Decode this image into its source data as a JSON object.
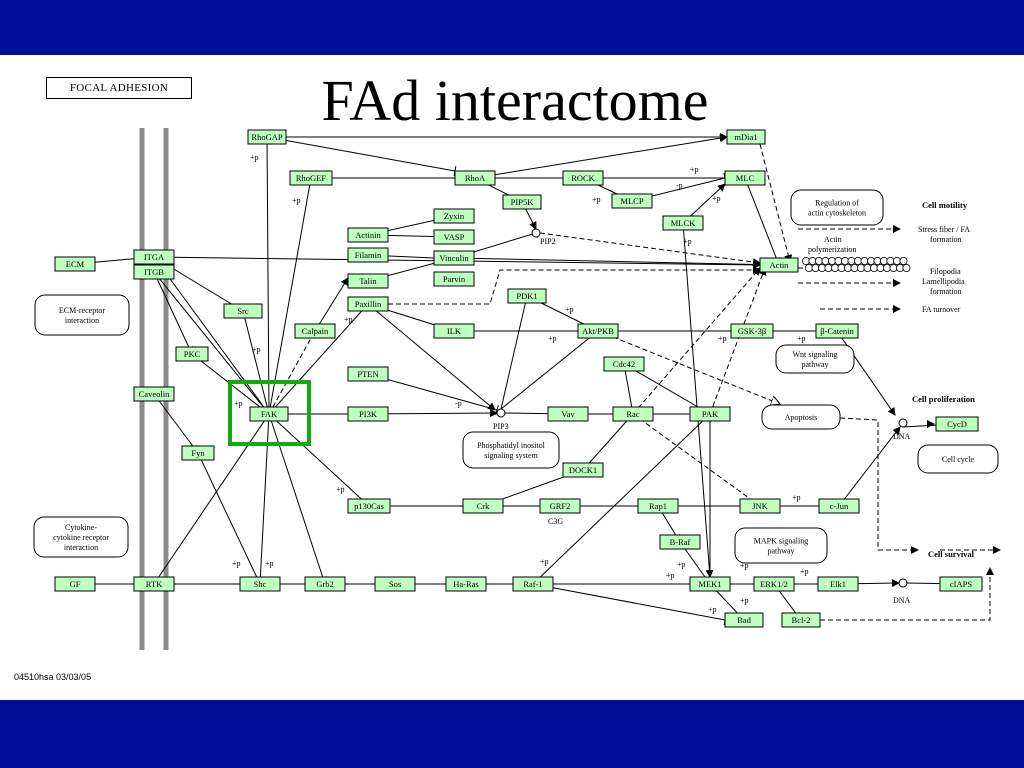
{
  "slide": {
    "title": "FAd interactome",
    "map_label": "FOCAL ADHESION",
    "footer": "04510hsa  03/03/05",
    "colors": {
      "bar": "#000f96",
      "node_fill": "#bfffbf",
      "highlight": "#11aa11"
    }
  },
  "nodes": {
    "rhogap": "RhoGAP",
    "mdia1": "mDia1",
    "rhogef": "RhoGEF",
    "rhoa": "RhoA",
    "rock": "ROCK",
    "mlc": "MLC",
    "pip5k": "PIP5K",
    "mlcp": "MLCP",
    "mlck": "MLCK",
    "zyxin": "Zyxin",
    "actinin": "Actinin",
    "vasp": "VASP",
    "filamin": "Filamin",
    "vinculin": "Vinculin",
    "talin": "Talin",
    "parvin": "Parvin",
    "ecm": "ECM",
    "itga": "ITGA",
    "itgb": "ITGB",
    "src": "Src",
    "paxillin": "Paxillin",
    "pdk1": "PDK1",
    "calpain": "Calpain",
    "ilk": "ILK",
    "akt": "Akt/PKB",
    "gsk3b": "GSK-3β",
    "bcatenin": "β-Catenin",
    "pkc": "PKC",
    "actin": "Actin",
    "cdc42": "Cdc42",
    "pten": "PTEN",
    "caveolin": "Caveolin",
    "fak": "FAK",
    "pi3k": "PI3K",
    "vav": "Vav",
    "rac": "Rac",
    "pak": "PAK",
    "fyn": "Fyn",
    "cycd": "CycD",
    "dock1": "DOCK1",
    "p130cas": "p130Cas",
    "crk": "Crk",
    "grf2": "GRF2",
    "rap1": "Rap1",
    "jnk": "JNK",
    "cjun": "c-Jun",
    "braf": "B-Raf",
    "gf": "GF",
    "rtk": "RTK",
    "shc": "Shc",
    "grb2": "Grb2",
    "sos": "Sos",
    "hras": "Ha-Ras",
    "raf1": "Raf-1",
    "mek1": "MEK1",
    "erk12": "ERK1/2",
    "elk1": "Elk1",
    "ciaps": "cIAPS",
    "bad": "Bad",
    "bcl2": "Bcl-2"
  },
  "rounded_boxes": {
    "ecm_receptor": [
      "ECM-receptor",
      "interaction"
    ],
    "cytokine": [
      "Cytokine-",
      "cytokine receptor",
      "interaction"
    ],
    "regulation": [
      "Regulation of",
      "actin cytoskeleton"
    ],
    "wnt": [
      "Wnt signaling",
      "pathway"
    ],
    "apoptosis": [
      "Apoptosis"
    ],
    "phosphatidyl": [
      "Phosphatidyl inositol",
      "signaling system"
    ],
    "mapk": [
      "MAPK signaling",
      "pathway"
    ],
    "cell_cycle": [
      "Cell cycle"
    ]
  },
  "outputs": {
    "cell_motility": "Cell motility",
    "stress_fiber": [
      "Stress fiber / FA",
      "formation"
    ],
    "actin_poly": [
      "Actin",
      "polymerization"
    ],
    "filopodia": [
      "Filopodia",
      "Lamellipodia",
      "formation"
    ],
    "fa_turnover": "FA turnover",
    "cell_proliferation": "Cell proliferation",
    "cell_survival": "Cell survival"
  },
  "labels": {
    "pip2": "PIP2",
    "pip3": "PIP3",
    "dna": "DNA",
    "c3g": "C3G",
    "plus_p": "+p",
    "minus_p": "-p"
  }
}
